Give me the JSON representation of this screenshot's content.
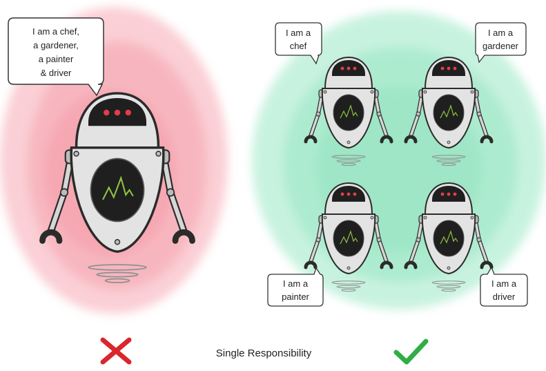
{
  "left_panel": {
    "bubble_lines": [
      "I am a chef,",
      "a gardener,",
      "a painter",
      "& driver"
    ],
    "background_color": "#f7a9b3"
  },
  "right_panel": {
    "background_color": "#9be8c6",
    "robots": [
      {
        "role": "chef",
        "bubble_lines": [
          "I am a",
          "chef"
        ]
      },
      {
        "role": "gardener",
        "bubble_lines": [
          "I am a",
          "gardener"
        ]
      },
      {
        "role": "painter",
        "bubble_lines": [
          "I am a",
          "painter"
        ]
      },
      {
        "role": "driver",
        "bubble_lines": [
          "I am a",
          "driver"
        ]
      }
    ]
  },
  "caption": "Single Responsibility",
  "cross_color": "#d9272e",
  "check_color": "#2fae48",
  "robot_colors": {
    "body": "#e3e3e3",
    "outline": "#2b2b2b",
    "screen": "#1f1f1f",
    "eyes": "#e33d4b",
    "pulse": "#8fc33f"
  }
}
